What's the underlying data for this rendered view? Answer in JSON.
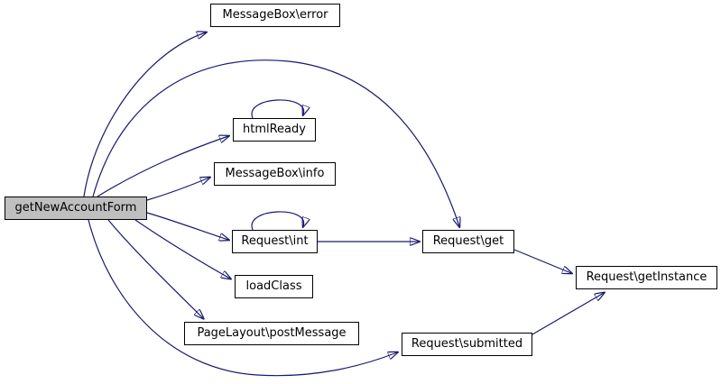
{
  "graph": {
    "type": "call-graph",
    "background_color": "#ffffff",
    "edge_color": "#191970",
    "node_border_color": "#000000",
    "node_fill_color": "#ffffff",
    "highlighted_node_fill_color": "#bfbfbf",
    "nodes": [
      {
        "label": "getNewAccountForm",
        "highlighted": true
      },
      {
        "label": "MessageBox\\error",
        "highlighted": false
      },
      {
        "label": "htmlReady",
        "highlighted": false,
        "self_loop": true
      },
      {
        "label": "MessageBox\\info",
        "highlighted": false
      },
      {
        "label": "Request\\int",
        "highlighted": false,
        "self_loop": true
      },
      {
        "label": "loadClass",
        "highlighted": false
      },
      {
        "label": "PageLayout\\postMessage",
        "highlighted": false
      },
      {
        "label": "Request\\get",
        "highlighted": false
      },
      {
        "label": "Request\\getInstance",
        "highlighted": false
      },
      {
        "label": "Request\\submitted",
        "highlighted": false
      }
    ],
    "edges": [
      {
        "from": "getNewAccountForm",
        "to": "MessageBox\\error"
      },
      {
        "from": "getNewAccountForm",
        "to": "htmlReady"
      },
      {
        "from": "getNewAccountForm",
        "to": "MessageBox\\info"
      },
      {
        "from": "getNewAccountForm",
        "to": "Request\\int"
      },
      {
        "from": "getNewAccountForm",
        "to": "loadClass"
      },
      {
        "from": "getNewAccountForm",
        "to": "PageLayout\\postMessage"
      },
      {
        "from": "getNewAccountForm",
        "to": "Request\\get"
      },
      {
        "from": "getNewAccountForm",
        "to": "Request\\submitted"
      },
      {
        "from": "htmlReady",
        "to": "htmlReady"
      },
      {
        "from": "Request\\int",
        "to": "Request\\int"
      },
      {
        "from": "Request\\int",
        "to": "Request\\get"
      },
      {
        "from": "Request\\get",
        "to": "Request\\getInstance"
      },
      {
        "from": "Request\\submitted",
        "to": "Request\\getInstance"
      }
    ]
  }
}
